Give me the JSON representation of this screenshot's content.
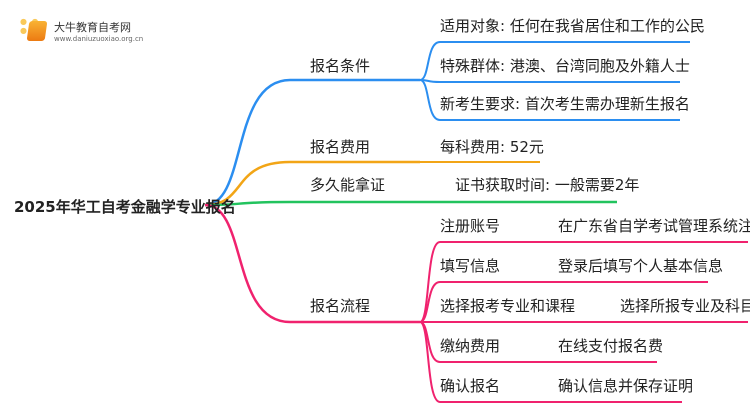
{
  "logo": {
    "name": "大牛教育自考网",
    "url": "www.daniuzuoxiao.org.cn"
  },
  "root": "2025年华工自考金融学专业报名",
  "colors": {
    "conditions": "#2b8ef0",
    "fee": "#f2a516",
    "time": "#22c35e",
    "process": "#f0226e"
  },
  "conditions": {
    "label": "报名条件",
    "items": [
      "适用对象: 任何在我省居住和工作的公民",
      "特殊群体: 港澳、台湾同胞及外籍人士",
      "新考生要求: 首次考生需办理新生报名"
    ]
  },
  "fee": {
    "label": "报名费用",
    "item": "每科费用: 52元"
  },
  "time": {
    "label": "多久能拿证",
    "item": "证书获取时间: 一般需要2年"
  },
  "process": {
    "label": "报名流程",
    "steps": [
      {
        "step": "注册账号",
        "detail": "在广东省自学考试管理系统注册"
      },
      {
        "step": "填写信息",
        "detail": "登录后填写个人基本信息"
      },
      {
        "step": "选择报考专业和课程",
        "detail": "选择所报专业及科目"
      },
      {
        "step": "缴纳费用",
        "detail": "在线支付报名费"
      },
      {
        "step": "确认报名",
        "detail": "确认信息并保存证明"
      }
    ]
  }
}
